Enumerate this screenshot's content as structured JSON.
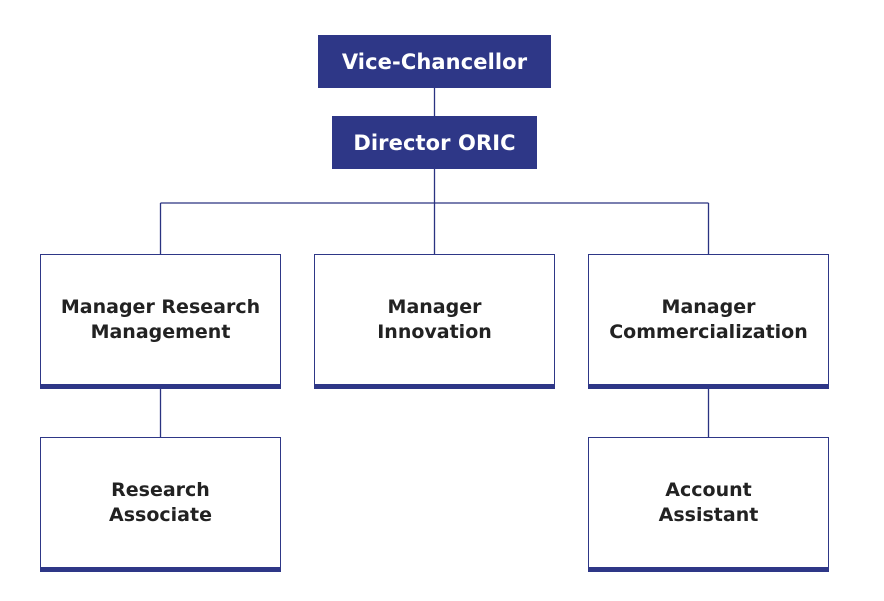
{
  "chart": {
    "vice_chancellor": "Vice-Chancellor",
    "director": "Director ORIC",
    "managers": [
      {
        "label": "Manager Research\nManagement"
      },
      {
        "label": "Manager\nInnovation"
      },
      {
        "label": "Manager\nCommercialization"
      }
    ],
    "staff": [
      {
        "label": "Research\nAssociate"
      },
      {
        "label": "Account\nAssistant"
      }
    ]
  },
  "colors": {
    "primary": "#2e3787",
    "text": "#222222",
    "background": "#ffffff"
  }
}
